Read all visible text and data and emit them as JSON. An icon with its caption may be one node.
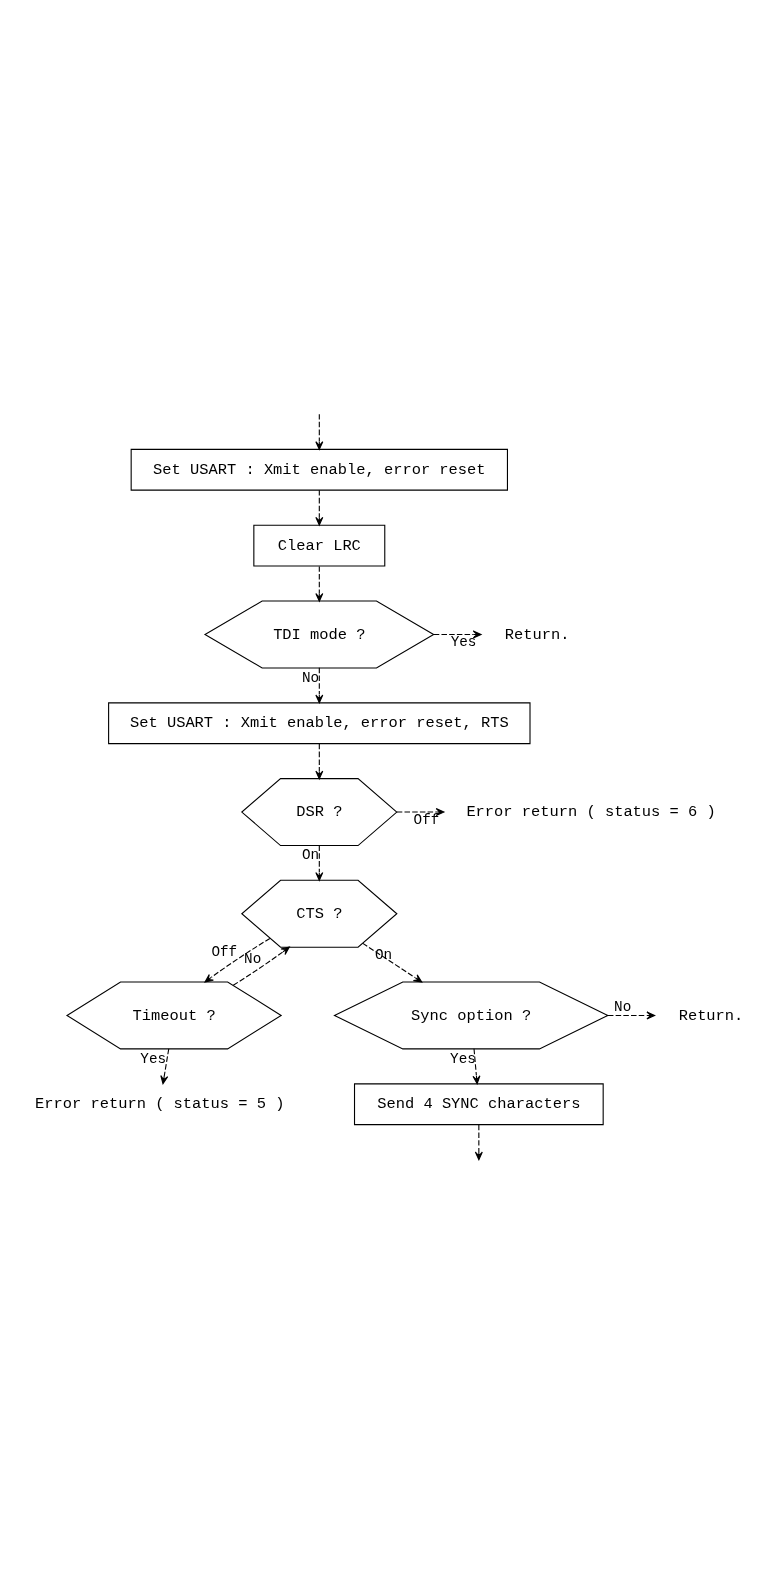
{
  "diagram": {
    "nodes": [
      {
        "text": [
          "Set USART : Xmit enable, error reset"
        ]
      },
      {
        "text": [
          "Clear LRC"
        ]
      },
      {
        "text": [
          "TDI mode ?"
        ]
      },
      {
        "text": [
          "Return."
        ]
      },
      {
        "text": [
          "Set USART : Xmit enable, error reset, RTS"
        ]
      },
      {
        "text": [
          "DSR ?"
        ]
      },
      {
        "text": [
          "Error return ( status = 6 )"
        ]
      },
      {
        "text": [
          "CTS ?"
        ]
      },
      {
        "text": [
          "Timeout ?"
        ]
      },
      {
        "text": [
          "Error return ( status = 5 )"
        ]
      },
      {
        "text": [
          "Sync option ?"
        ]
      },
      {
        "text": [
          "Return."
        ]
      },
      {
        "text": [
          "Send 4 SYNC characters"
        ]
      }
    ],
    "edges": [
      {
        "from": null,
        "to": 0,
        "arrow": "to"
      },
      {
        "from": 0,
        "to": 1,
        "arrow": "to"
      },
      {
        "from": 1,
        "to": 2,
        "arrow": "to"
      },
      {
        "from": 2,
        "to": 3,
        "arrow": "to",
        "label": "Yes"
      },
      {
        "from": 2,
        "to": 4,
        "arrow": "to",
        "label": "No"
      },
      {
        "from": 4,
        "to": 5,
        "arrow": "to"
      },
      {
        "from": 5,
        "to": 6,
        "arrow": "to",
        "label": "Off"
      },
      {
        "from": 5,
        "to": 7,
        "arrow": "to",
        "label": "On"
      },
      {
        "from": 7,
        "to": 8,
        "arrow": "to",
        "label": "Off"
      },
      {
        "from": 8,
        "to": 7,
        "arrow": "to",
        "label": "No"
      },
      {
        "from": 8,
        "to": 9,
        "arrow": "to",
        "label": "Yes"
      },
      {
        "from": 7,
        "to": 10,
        "arrow": "to",
        "label": "On"
      },
      {
        "from": 10,
        "to": 11,
        "arrow": "to",
        "label": "No"
      },
      {
        "from": 10,
        "to": 12,
        "arrow": "to",
        "label": "Yes"
      },
      {
        "from": 12,
        "to": null,
        "arrow": "to"
      }
    ]
  }
}
